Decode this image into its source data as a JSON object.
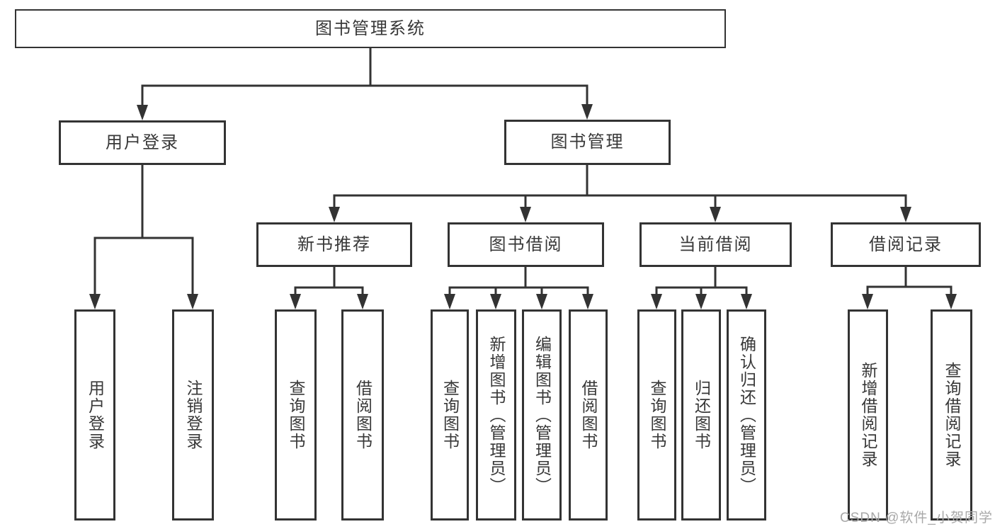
{
  "tree": {
    "label": "图书管理系统",
    "children": [
      {
        "label": "用户登录",
        "children": [
          {
            "label": "用户登录"
          },
          {
            "label": "注销登录"
          }
        ]
      },
      {
        "label": "图书管理",
        "children": [
          {
            "label": "新书推荐",
            "children": [
              {
                "label": "查询图书"
              },
              {
                "label": "借阅图书"
              }
            ]
          },
          {
            "label": "图书借阅",
            "children": [
              {
                "label": "查询图书"
              },
              {
                "label": "新增图书（管理员）"
              },
              {
                "label": "编辑图书（管理员）"
              },
              {
                "label": "借阅图书"
              }
            ]
          },
          {
            "label": "当前借阅",
            "children": [
              {
                "label": "查询图书"
              },
              {
                "label": "归还图书"
              },
              {
                "label": "确认归还（管理员）"
              }
            ]
          },
          {
            "label": "借阅记录",
            "children": [
              {
                "label": "新增借阅记录"
              },
              {
                "label": "查询借阅记录"
              }
            ]
          }
        ]
      }
    ]
  },
  "watermark": {
    "text": "CSDN @软件_小贺同学"
  },
  "colors": {
    "line": "#333333",
    "arrow": "#333333",
    "box_border": "#333333",
    "watermark": "#a8a8a8"
  }
}
